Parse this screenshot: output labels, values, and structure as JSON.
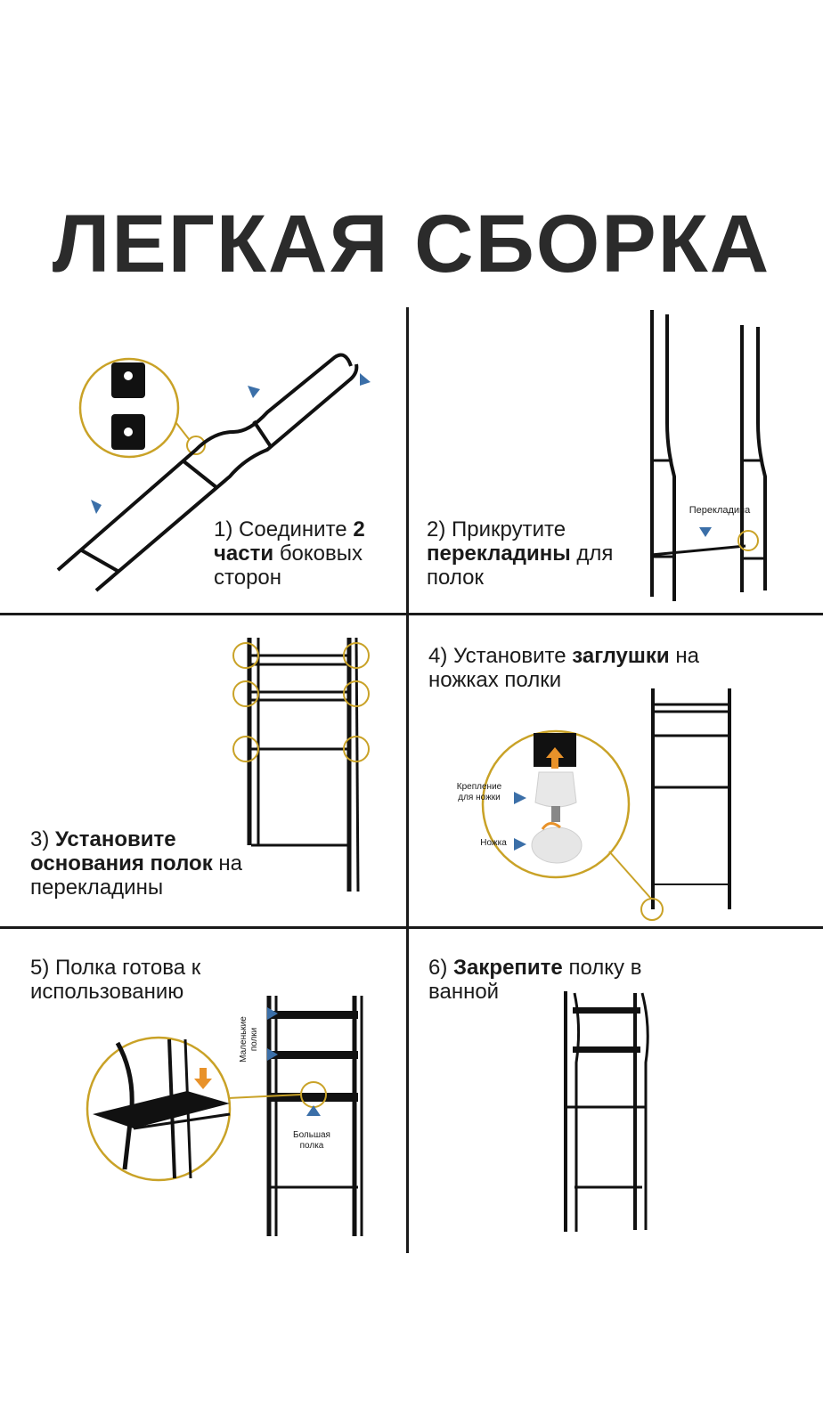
{
  "title": "ЛЕГКАЯ СБОРКА",
  "steps": [
    {
      "num": "1)",
      "pre": "Соедините",
      "bold": "2 части",
      "post": "боковых сторон"
    },
    {
      "num": "2)",
      "pre": "Прикрутите",
      "bold": "перекладины",
      "post": "для полок"
    },
    {
      "num": "3)",
      "pre": "",
      "bold": "Установите основания полок",
      "post": "на перекладины"
    },
    {
      "num": "4)",
      "pre": "Установите",
      "bold": "заглушки",
      "post": "на ножках полки"
    },
    {
      "num": "5)",
      "pre": "Полка готова к использованию",
      "bold": "",
      "post": ""
    },
    {
      "num": "6)",
      "pre": "",
      "bold": "Закрепите",
      "post": "полку в ванной"
    }
  ],
  "labels": {
    "crossbar": "Перекладина",
    "foot_mount": "Крепление для ножки",
    "foot": "Ножка",
    "small_shelves": "Маленькие полки",
    "large_shelf": "Большая полка"
  },
  "colors": {
    "accent_gold": "#c9a227",
    "marker_blue": "#3b6fa8",
    "frame": "#111111",
    "arrow_orange": "#e8922a"
  }
}
